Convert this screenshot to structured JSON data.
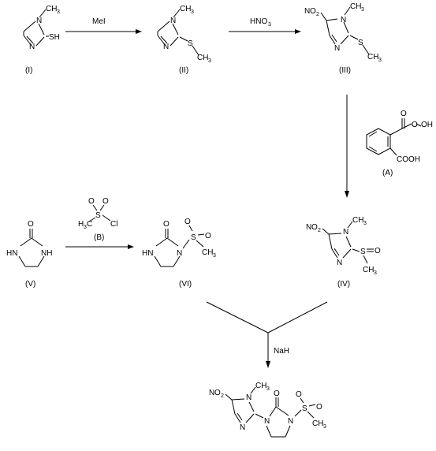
{
  "compounds": {
    "I": {
      "label": "(I)",
      "atoms": {
        "n_methyl": "N",
        "ch3": "CH",
        "ch3_sub": "3",
        "n2": "N",
        "sh": "SH"
      }
    },
    "II": {
      "label": "(II)",
      "atoms": {
        "n_methyl": "N",
        "ch3": "CH",
        "ch3_sub": "3",
        "n2": "N",
        "s": "S",
        "sch3": "CH",
        "sch3_sub": "3"
      }
    },
    "III": {
      "label": "(III)",
      "atoms": {
        "no2": "O",
        "no2_sub": "2",
        "no2_n": "N",
        "n_methyl": "N",
        "ch3": "CH",
        "ch3_sub": "3",
        "n2": "N",
        "s": "S",
        "sch3": "CH",
        "sch3_sub": "3"
      }
    },
    "A": {
      "label": "(A)",
      "atoms": {
        "o_top": "O",
        "o1": "O",
        "oh": "OH",
        "cooh": "COOH"
      }
    },
    "IV": {
      "label": "(IV)",
      "atoms": {
        "no2": "O",
        "no2_sub": "2",
        "no2_n": "N",
        "n_methyl": "N",
        "ch3": "CH",
        "ch3_sub": "3",
        "n2": "N",
        "s": "S",
        "o": "O",
        "ch3b": "CH",
        "ch3b_sub": "3"
      }
    },
    "V": {
      "label": "(V)",
      "atoms": {
        "o": "O",
        "hn": "HN",
        "nh": "NH"
      }
    },
    "B": {
      "label": "(B)",
      "atoms": {
        "o1": "O",
        "o2": "O",
        "s": "S",
        "cl": "Cl",
        "h3c": "H",
        "h3c_sub": "3",
        "h3c_c": "C"
      }
    },
    "VI": {
      "label": "(VI)",
      "atoms": {
        "o": "O",
        "hn": "HN",
        "n": "N",
        "s": "S",
        "o1": "O",
        "o2": "O",
        "ch3": "CH",
        "ch3_sub": "3"
      }
    },
    "product": {
      "atoms": {
        "no2": "O",
        "no2_sub": "2",
        "no2_n": "N",
        "n_methyl": "N",
        "ch3": "CH",
        "ch3_sub": "3",
        "n2": "N",
        "n_ring": "N",
        "o": "O",
        "n3": "N",
        "s": "S",
        "o1": "O",
        "o2": "O",
        "ch3b": "CH",
        "ch3b_sub": "3"
      }
    }
  },
  "reagents": {
    "step1": "MeI",
    "step2_main": "HNO",
    "step2_sub": "3",
    "step5": "NaH"
  }
}
